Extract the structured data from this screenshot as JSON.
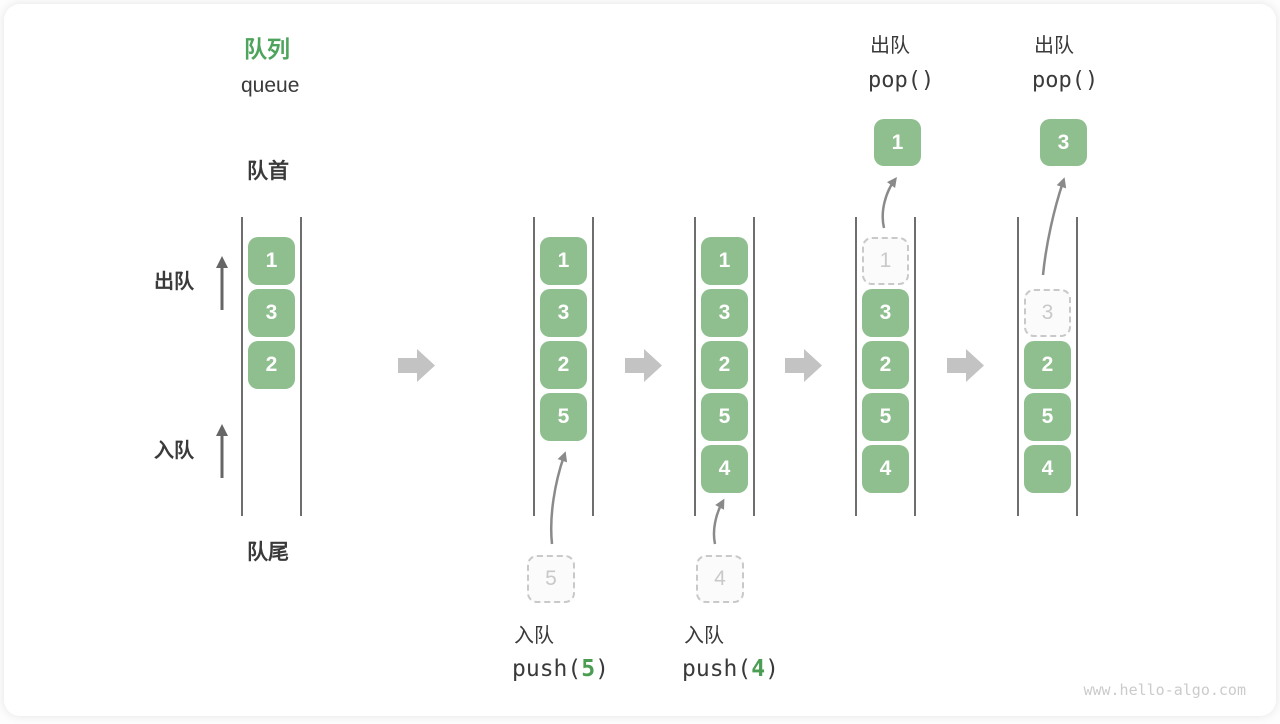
{
  "title": {
    "zh": "队列",
    "en": "queue"
  },
  "labels": {
    "front": "队首",
    "rear": "队尾",
    "dequeue_side": "出队",
    "enqueue_side": "入队"
  },
  "ops": {
    "push5": {
      "zh": "入队",
      "fn": "push(",
      "arg": "5",
      "close": ")"
    },
    "push4": {
      "zh": "入队",
      "fn": "push(",
      "arg": "4",
      "close": ")"
    },
    "pop1": {
      "zh": "出队",
      "code": "pop()"
    },
    "pop2": {
      "zh": "出队",
      "code": "pop()"
    }
  },
  "states": [
    {
      "name": "initial",
      "slots": [
        {
          "v": "1",
          "t": "filled"
        },
        {
          "v": "3",
          "t": "filled"
        },
        {
          "v": "2",
          "t": "filled"
        }
      ]
    },
    {
      "name": "after-push-5",
      "pending": "5",
      "slots": [
        {
          "v": "1",
          "t": "filled"
        },
        {
          "v": "3",
          "t": "filled"
        },
        {
          "v": "2",
          "t": "filled"
        },
        {
          "v": "5",
          "t": "filled"
        }
      ]
    },
    {
      "name": "after-push-4",
      "pending": "4",
      "slots": [
        {
          "v": "1",
          "t": "filled"
        },
        {
          "v": "3",
          "t": "filled"
        },
        {
          "v": "2",
          "t": "filled"
        },
        {
          "v": "5",
          "t": "filled"
        },
        {
          "v": "4",
          "t": "filled"
        }
      ]
    },
    {
      "name": "pop-front-1",
      "popped": "1",
      "slots": [
        {
          "v": "1",
          "t": "ghost"
        },
        {
          "v": "3",
          "t": "filled"
        },
        {
          "v": "2",
          "t": "filled"
        },
        {
          "v": "5",
          "t": "filled"
        },
        {
          "v": "4",
          "t": "filled"
        }
      ]
    },
    {
      "name": "pop-front-3",
      "popped": "3",
      "slots": [
        {
          "v": "3",
          "t": "ghost"
        },
        {
          "v": "2",
          "t": "filled"
        },
        {
          "v": "5",
          "t": "filled"
        },
        {
          "v": "4",
          "t": "filled"
        }
      ]
    }
  ],
  "watermark": "www.hello-algo.com",
  "colors": {
    "accent_green": "#4EA45C",
    "cell_green": "#8FBE8F",
    "code_arg_green": "#4A9D52",
    "text_dark": "#3A3A3A",
    "ghost_gray": "#C9C9C9",
    "step_arrow_gray": "#C3C3C3",
    "channel_line_gray": "#6E6E6E",
    "watermark_gray": "#CBCBCB"
  }
}
